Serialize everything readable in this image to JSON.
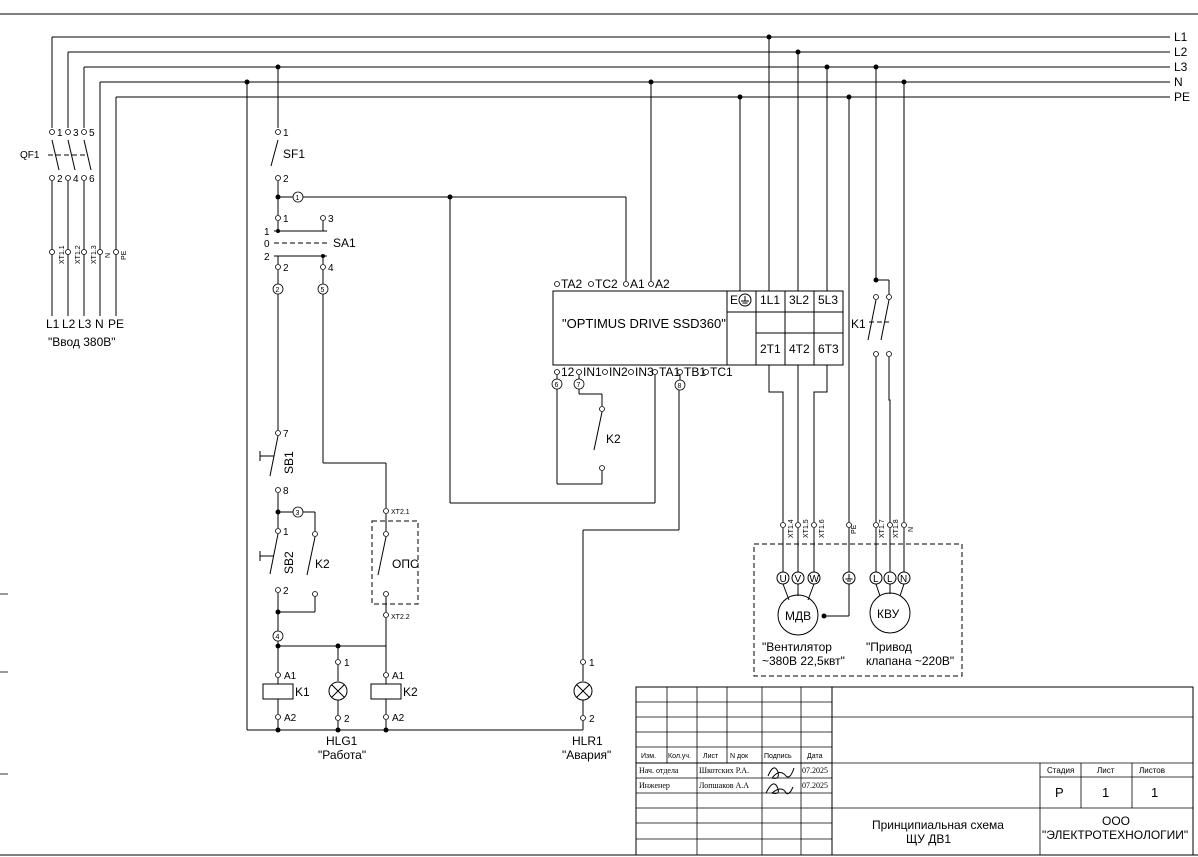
{
  "lines": {
    "l1": "L1",
    "l2": "L2",
    "l3": "L3",
    "n": "N",
    "pe": "PE"
  },
  "input": {
    "breaker": "QF1",
    "poles_in": [
      "1",
      "3",
      "5"
    ],
    "poles_out": [
      "2",
      "4",
      "6"
    ],
    "terminals": [
      "XT1.1",
      "XT1.2",
      "XT1.3",
      "N",
      "PE"
    ],
    "labels": [
      "L1",
      "L2",
      "L3",
      "N",
      "PE"
    ],
    "caption": "\"Ввод 380В\""
  },
  "control": {
    "sf1": "SF1",
    "sf1_t1": "1",
    "sf1_t2": "2",
    "sa1": "SA1",
    "sa1_pos1": "1",
    "sa1_pos0": "0",
    "sa1_pos2": "2",
    "sa1_t1": "1",
    "sa1_t3": "3",
    "sa1_t2": "2",
    "sa1_t4": "4",
    "node1": "1",
    "node2": "2",
    "node5": "5",
    "node3": "3",
    "node4": "4",
    "node6": "6",
    "node7": "7",
    "node8": "8",
    "sb1": "SB1",
    "sb1_t7": "7",
    "sb1_t8": "8",
    "sb2": "SB2",
    "sb2_t1": "1",
    "sb2_t2": "2",
    "k2_contact": "K2",
    "ops": "ОПС",
    "ops_t1": "XT2.1",
    "ops_t2": "XT2.2"
  },
  "drive": {
    "name": "\"OPTIMUS DRIVE SSD360\"",
    "top_terms": [
      "TA2",
      "TC2",
      "A1",
      "A2"
    ],
    "bottom_terms": [
      "12",
      "IN1",
      "IN2",
      "IN3",
      "TA1",
      "TB1",
      "TC1"
    ],
    "e_label": "E",
    "power_in": [
      "1L1",
      "3L2",
      "5L3"
    ],
    "power_out": [
      "2T1",
      "4T2",
      "6T3"
    ],
    "k2": "K2"
  },
  "valve": {
    "k1": "K1"
  },
  "loads": {
    "terms_motor": [
      "XT1.4",
      "XT1.5",
      "XT1.6",
      "PE"
    ],
    "terms_valve": [
      "XT1.7",
      "XT1.8",
      "N"
    ],
    "motor_pins": [
      "U",
      "V",
      "W"
    ],
    "valve_pins": [
      "L",
      "L",
      "N"
    ],
    "motor": "МДВ",
    "valve": "КВУ",
    "motor_caption_1": "\"Вентилятор",
    "motor_caption_2": "~380В 22,5квт\"",
    "valve_caption_1": "\"Привод",
    "valve_caption_2": "клапана ~220В\""
  },
  "outputs": {
    "k1": "K1",
    "k2": "K2",
    "a1": "A1",
    "a2": "A2",
    "t1": "1",
    "t2": "2",
    "hlg1": "HLG1",
    "hlg1_caption": "\"Работа\"",
    "hlr1": "HLR1",
    "hlr1_caption": "\"Авария\""
  },
  "titleblock": {
    "headers": [
      "Изм.",
      "Кол.уч.",
      "Лист",
      "N док",
      "Подпись",
      "Дата"
    ],
    "row1_role": "Нач. отдела",
    "row1_name": "Шкотских Р.А.",
    "row1_date": "07.2025",
    "row2_role": "Инженер",
    "row2_name": "Лопшаков А.А",
    "row2_date": "07.2025",
    "title_1": "Принципиальная схема",
    "title_2": "ЩУ ДВ1",
    "stage_h": "Стадия",
    "sheet_h": "Лист",
    "sheets_h": "Листов",
    "stage": "Р",
    "sheet": "1",
    "sheets": "1",
    "company_1": "ООО",
    "company_2": "\"ЭЛЕКТРОТЕХНОЛОГИИ\""
  }
}
